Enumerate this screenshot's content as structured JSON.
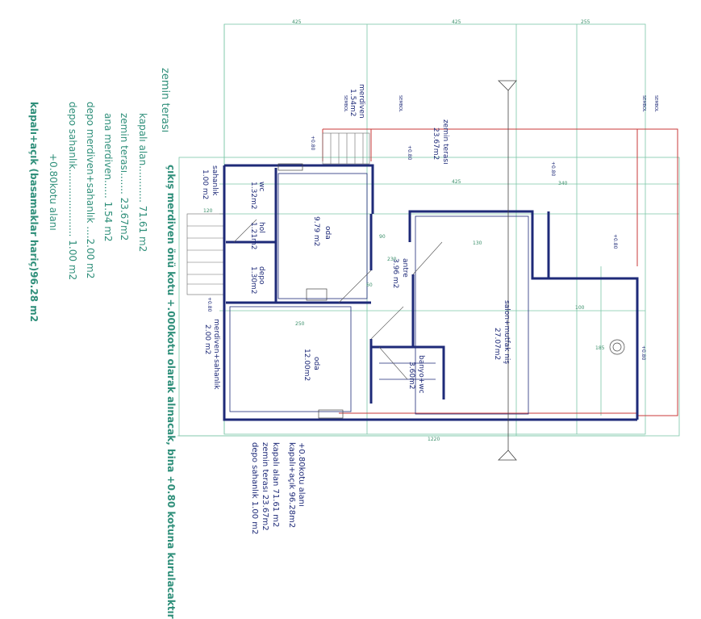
{
  "summary": {
    "title": "zemin terası",
    "closed": "kapalı alan............ 71.61 m2",
    "terrace": "zemin terası....... 23.67m2",
    "stair": "ana merdiven...... 1.54 m2",
    "depo_stair": "depo merdiven+sahanlık ....2.00 m2",
    "depo_sahanlik": "depo sahanlık...................... 1.00 m2",
    "level": "+0.80kotu alanı",
    "total": "kapalı+açık (basamaklar hariç)96.28 m2"
  },
  "note": "çıkış merdiven önü kotu +.000kotu olarak alınacak, bina +0.80 kotuna kurulacaktır",
  "lower_summary": {
    "l1": "+0.80kotu alanı",
    "l2": "kapalı+açık 96.28m2",
    "l3": "kapalı alan 71.61 m2",
    "l4": "zemin terası 23.67m2",
    "l5": "depo sahanlık 1.00 m2"
  },
  "rooms": {
    "merdiven": "merdiven",
    "merdiven_area": "1.54m2",
    "zemin_terasi": "zemin terası",
    "zemin_terasi_area": "23.67m2",
    "sahanlik": "sahanlık",
    "sahanlik_area": "1.00 m2",
    "wc": "wc",
    "wc_area": "1.32m2",
    "hol": "hol",
    "hol_area": "1.21m2",
    "oda1": "oda",
    "oda1_area": "9.79 m2",
    "depo": "depo",
    "depo_area": "1.30m2",
    "antre": "antre",
    "antre_area": "3.96 m2",
    "merdiven_sahanlik": "merdiven+sahanlık",
    "merdiven_sahanlik_area": "2.00 m2",
    "salon": "salon+mutfak niş",
    "salon_area": "27.07m2",
    "oda2": "oda",
    "oda2_area": "12.00m2",
    "banyo": "banyo+wc",
    "banyo_area": "3.60m2"
  },
  "dims": {
    "top1": "425",
    "top2": "425",
    "top3": "255",
    "bottom": "1220",
    "d425": "425",
    "d90": "90",
    "d230": "230",
    "d120": "120",
    "d60": "60",
    "d100": "100",
    "d250": "250",
    "d185": "185",
    "d130": "130",
    "d340": "340"
  },
  "markers": {
    "m1": "SEMBOL",
    "m2": "SEMBOL",
    "m3": "SEMBOL",
    "m4": "SEMBOL",
    "kot1": "+0.80",
    "kot2": "+0.80",
    "kot3": "+0.80",
    "kot4": "+0.80",
    "kot5": "+0.80",
    "kot6": "+0.80"
  },
  "colors": {
    "wall": "#1e2a78",
    "terrace": "#c83a3a",
    "grid": "#3fae8a",
    "text": "#2f8f7a"
  }
}
